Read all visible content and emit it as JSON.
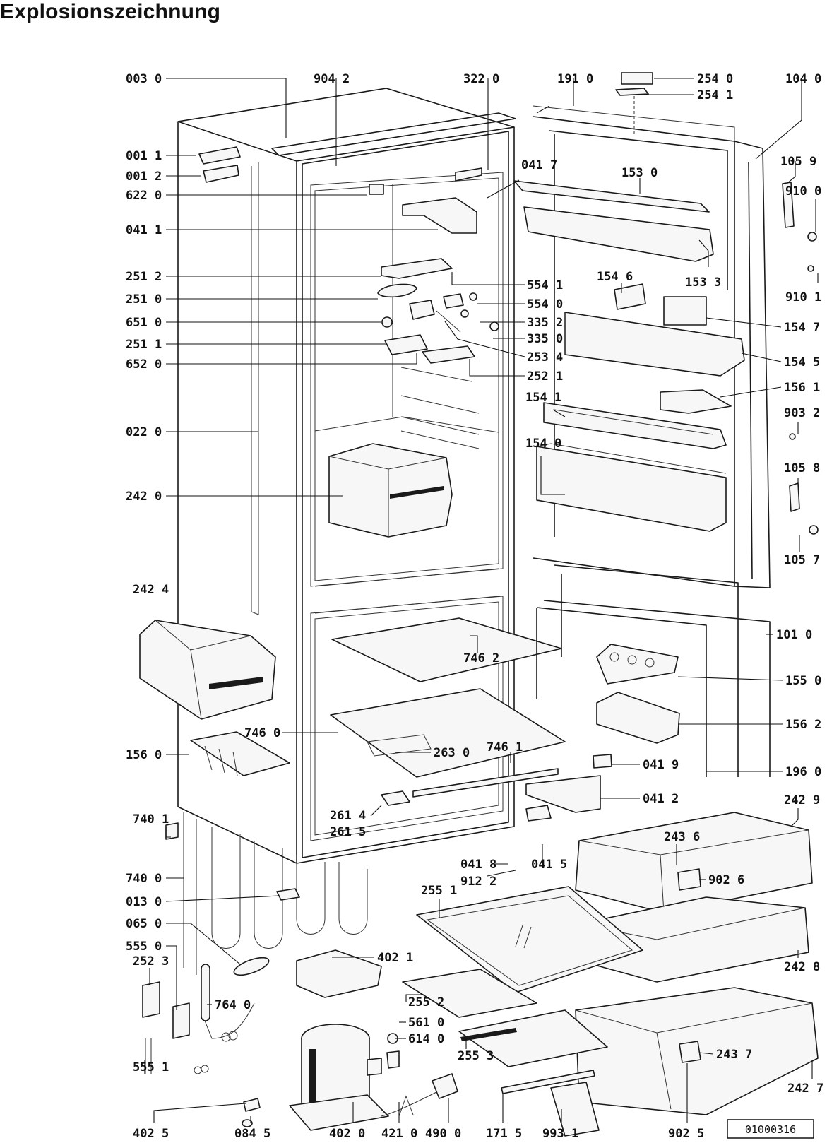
{
  "title": "Explosionszeichnung",
  "document_number": "01000316",
  "labels": [
    {
      "id": "L1",
      "text": "003 0"
    },
    {
      "id": "L2",
      "text": "904 2"
    },
    {
      "id": "L3",
      "text": "322 0"
    },
    {
      "id": "L4",
      "text": "191 0"
    },
    {
      "id": "L5",
      "text": "254 0"
    },
    {
      "id": "L6",
      "text": "254 1"
    },
    {
      "id": "L7",
      "text": "104 0"
    },
    {
      "id": "L8",
      "text": "001 1"
    },
    {
      "id": "L9",
      "text": "001 2"
    },
    {
      "id": "L10",
      "text": "622 0"
    },
    {
      "id": "L11",
      "text": "041 7"
    },
    {
      "id": "L12",
      "text": "153 0"
    },
    {
      "id": "L13",
      "text": "105 9"
    },
    {
      "id": "L14",
      "text": "910 0"
    },
    {
      "id": "L15",
      "text": "041 1"
    },
    {
      "id": "L16",
      "text": "251 2"
    },
    {
      "id": "L17",
      "text": "554 1"
    },
    {
      "id": "L18",
      "text": "154 6"
    },
    {
      "id": "L19",
      "text": "153 3"
    },
    {
      "id": "L20",
      "text": "910 1"
    },
    {
      "id": "L21",
      "text": "251 0"
    },
    {
      "id": "L22",
      "text": "554 0"
    },
    {
      "id": "L23",
      "text": "651 0"
    },
    {
      "id": "L24",
      "text": "335 2"
    },
    {
      "id": "L25",
      "text": "154 7"
    },
    {
      "id": "L26",
      "text": "251 1"
    },
    {
      "id": "L27",
      "text": "335 0"
    },
    {
      "id": "L28",
      "text": "652 0"
    },
    {
      "id": "L29",
      "text": "253 4"
    },
    {
      "id": "L30",
      "text": "154 5"
    },
    {
      "id": "L31",
      "text": "252 1"
    },
    {
      "id": "L32",
      "text": "156 1"
    },
    {
      "id": "L33",
      "text": "154 1"
    },
    {
      "id": "L34",
      "text": "903 2"
    },
    {
      "id": "L35",
      "text": "022 0"
    },
    {
      "id": "L36",
      "text": "154 0"
    },
    {
      "id": "L37",
      "text": "105 8"
    },
    {
      "id": "L38",
      "text": "242 0"
    },
    {
      "id": "L39",
      "text": "105 7"
    },
    {
      "id": "L40",
      "text": "242 4"
    },
    {
      "id": "L41",
      "text": "101 0"
    },
    {
      "id": "L42",
      "text": "746 2"
    },
    {
      "id": "L43",
      "text": "155 0"
    },
    {
      "id": "L44",
      "text": "746 0"
    },
    {
      "id": "L45",
      "text": "156 2"
    },
    {
      "id": "L46",
      "text": "263 0"
    },
    {
      "id": "L47",
      "text": "746 1"
    },
    {
      "id": "L48",
      "text": "156 0"
    },
    {
      "id": "L49",
      "text": "041 9"
    },
    {
      "id": "L50",
      "text": "196 0"
    },
    {
      "id": "L51",
      "text": "041 2"
    },
    {
      "id": "L52",
      "text": "740 1"
    },
    {
      "id": "L53",
      "text": "261 4"
    },
    {
      "id": "L54",
      "text": "261 5"
    },
    {
      "id": "L55",
      "text": "242 9"
    },
    {
      "id": "L56",
      "text": "243 6"
    },
    {
      "id": "L57",
      "text": "740 0"
    },
    {
      "id": "L58",
      "text": "041 8"
    },
    {
      "id": "L59",
      "text": "041 5"
    },
    {
      "id": "L60",
      "text": "912 2"
    },
    {
      "id": "L61",
      "text": "902 6"
    },
    {
      "id": "L62",
      "text": "013 0"
    },
    {
      "id": "L63",
      "text": "255 1"
    },
    {
      "id": "L64",
      "text": "065 0"
    },
    {
      "id": "L65",
      "text": "555 0"
    },
    {
      "id": "L66",
      "text": "402 1"
    },
    {
      "id": "L67",
      "text": "242 8"
    },
    {
      "id": "L68",
      "text": "252 3"
    },
    {
      "id": "L69",
      "text": "764 0"
    },
    {
      "id": "L70",
      "text": "255 2"
    },
    {
      "id": "L71",
      "text": "561 0"
    },
    {
      "id": "L72",
      "text": "614 0"
    },
    {
      "id": "L73",
      "text": "255 3"
    },
    {
      "id": "L74",
      "text": "243 7"
    },
    {
      "id": "L75",
      "text": "555 1"
    },
    {
      "id": "L76",
      "text": "242 7"
    },
    {
      "id": "L77",
      "text": "402 5"
    },
    {
      "id": "L78",
      "text": "084 5"
    },
    {
      "id": "L79",
      "text": "402 0"
    },
    {
      "id": "L80",
      "text": "421 0"
    },
    {
      "id": "L81",
      "text": "490 0"
    },
    {
      "id": "L82",
      "text": "171 5"
    },
    {
      "id": "L83",
      "text": "993 1"
    },
    {
      "id": "L84",
      "text": "902 5"
    }
  ]
}
